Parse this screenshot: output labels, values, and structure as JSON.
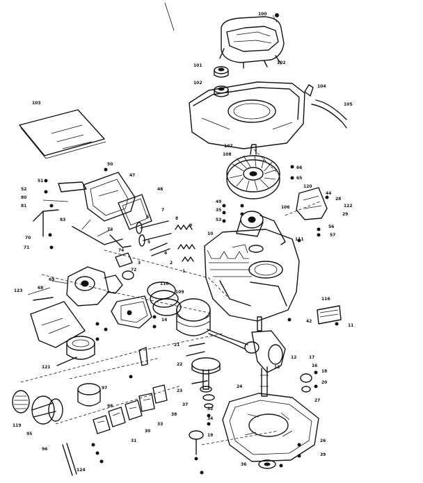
{
  "diagram": {
    "labels": [
      {
        "id": "l100",
        "text": "100"
      },
      {
        "id": "l102a",
        "text": "102"
      },
      {
        "id": "l101",
        "text": "101"
      },
      {
        "id": "l102b",
        "text": "102"
      },
      {
        "id": "l104",
        "text": "104"
      },
      {
        "id": "l105",
        "text": "105"
      },
      {
        "id": "l103",
        "text": "103"
      },
      {
        "id": "l107",
        "text": "107"
      },
      {
        "id": "l108",
        "text": "108"
      },
      {
        "id": "l66",
        "text": "66"
      },
      {
        "id": "l65",
        "text": "65"
      },
      {
        "id": "l120",
        "text": "120"
      },
      {
        "id": "l44",
        "text": "44"
      },
      {
        "id": "l28",
        "text": "28"
      },
      {
        "id": "l122",
        "text": "122"
      },
      {
        "id": "l49",
        "text": "49"
      },
      {
        "id": "l29",
        "text": "29"
      },
      {
        "id": "l106",
        "text": "106"
      },
      {
        "id": "l56",
        "text": "56"
      },
      {
        "id": "l57",
        "text": "57"
      },
      {
        "id": "l35",
        "text": "35"
      },
      {
        "id": "l116",
        "text": "116"
      },
      {
        "id": "l42",
        "text": "42"
      },
      {
        "id": "l53",
        "text": "53"
      },
      {
        "id": "l11",
        "text": "11"
      },
      {
        "id": "l12",
        "text": "12"
      },
      {
        "id": "l13",
        "text": "13"
      },
      {
        "id": "l14",
        "text": "14"
      },
      {
        "id": "l17",
        "text": "17"
      },
      {
        "id": "l16",
        "text": "16"
      },
      {
        "id": "l27",
        "text": "27"
      },
      {
        "id": "l21",
        "text": "21"
      },
      {
        "id": "l22",
        "text": "22"
      },
      {
        "id": "l23",
        "text": "23"
      },
      {
        "id": "l24",
        "text": "24"
      },
      {
        "id": "l32",
        "text": "32"
      },
      {
        "id": "l34",
        "text": "34"
      },
      {
        "id": "l19",
        "text": "19"
      },
      {
        "id": "l18",
        "text": "18"
      },
      {
        "id": "l20",
        "text": "20"
      },
      {
        "id": "l26",
        "text": "26"
      },
      {
        "id": "l39",
        "text": "39"
      },
      {
        "id": "l36",
        "text": "36"
      },
      {
        "id": "l110",
        "text": "110"
      },
      {
        "id": "l109",
        "text": "109"
      },
      {
        "id": "l10",
        "text": "10"
      },
      {
        "id": "l7",
        "text": "7"
      },
      {
        "id": "l8",
        "text": "8"
      },
      {
        "id": "l9",
        "text": "9"
      },
      {
        "id": "l6",
        "text": "6"
      },
      {
        "id": "l5",
        "text": "5"
      },
      {
        "id": "l4",
        "text": "4"
      },
      {
        "id": "l3",
        "text": "3"
      },
      {
        "id": "l2",
        "text": "2"
      },
      {
        "id": "l1",
        "text": "1"
      },
      {
        "id": "l47",
        "text": "47"
      },
      {
        "id": "l48",
        "text": "48"
      },
      {
        "id": "l50",
        "text": "50"
      },
      {
        "id": "l51",
        "text": "51"
      },
      {
        "id": "l52",
        "text": "52"
      },
      {
        "id": "l80",
        "text": "80"
      },
      {
        "id": "l81",
        "text": "81"
      },
      {
        "id": "l83",
        "text": "83"
      },
      {
        "id": "l70",
        "text": "70"
      },
      {
        "id": "l71",
        "text": "71"
      },
      {
        "id": "l74",
        "text": "74"
      },
      {
        "id": "l73",
        "text": "73"
      },
      {
        "id": "l72",
        "text": "72"
      },
      {
        "id": "l69",
        "text": "69"
      },
      {
        "id": "l68",
        "text": "68"
      },
      {
        "id": "l123",
        "text": "123"
      },
      {
        "id": "l121",
        "text": "121"
      },
      {
        "id": "l119",
        "text": "119"
      },
      {
        "id": "l95",
        "text": "95"
      },
      {
        "id": "l96",
        "text": "96"
      },
      {
        "id": "l97",
        "text": "97"
      },
      {
        "id": "l98",
        "text": "98"
      },
      {
        "id": "l124",
        "text": "124"
      },
      {
        "id": "l31",
        "text": "31"
      },
      {
        "id": "l30",
        "text": "30"
      },
      {
        "id": "l33",
        "text": "33"
      },
      {
        "id": "l38",
        "text": "38"
      },
      {
        "id": "l37",
        "text": "37"
      },
      {
        "id": "l111",
        "text": "111"
      }
    ]
  }
}
